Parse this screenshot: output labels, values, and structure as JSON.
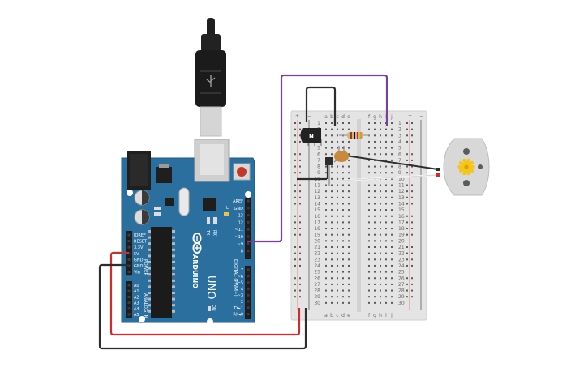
{
  "colors": {
    "board": "#2b6f9e",
    "board_edge": "#1f5a84",
    "breadboard": "#e4e4e4",
    "breadboard_edge": "#cfcfcf",
    "hole": "#5b5b5b",
    "rail_red": "#d9534f",
    "rail_black": "#333333",
    "wire_purple": "#7a3f98",
    "wire_red": "#d42a2a",
    "wire_black": "#2d2d2d",
    "wire_white": "#f2f2f2",
    "motor": "#d8d8d8",
    "gear": "#f5c518"
  },
  "icons": {
    "usb": "usb-plug-icon",
    "reset": "reset-button-icon",
    "transistor": "npn-transistor-icon",
    "motor": "dc-motor-icon"
  },
  "arduino": {
    "brand": "ARDUINO",
    "model": "UNO",
    "power_header_title": "POWER",
    "power_pins": [
      "IOREF",
      "RESET",
      "3.3V",
      "5V",
      "GND",
      "GND",
      "Vin"
    ],
    "analog_header_title": "ANALOG IN",
    "analog_pins": [
      "A0",
      "A1",
      "A2",
      "A3",
      "A4",
      "A5"
    ],
    "digital_header_title": "DIGITAL (PWM~)",
    "digital_pins": [
      "AREF",
      "GND",
      "13",
      "12",
      "~11",
      "~10",
      "~9",
      "8",
      "7",
      "~6",
      "~5",
      "4",
      "~3",
      "2",
      "TX▸1",
      "RX◂0"
    ],
    "led_labels": [
      "TX",
      "RX"
    ],
    "led_l": "L",
    "on_label": "ON"
  },
  "breadboard": {
    "columns_left": [
      "a",
      "b",
      "c",
      "d",
      "e"
    ],
    "columns_right": [
      "f",
      "g",
      "h",
      "i",
      "j"
    ],
    "row_count": 30,
    "rail_plus": "+",
    "rail_minus": "−"
  },
  "transistor": {
    "label": "N"
  }
}
